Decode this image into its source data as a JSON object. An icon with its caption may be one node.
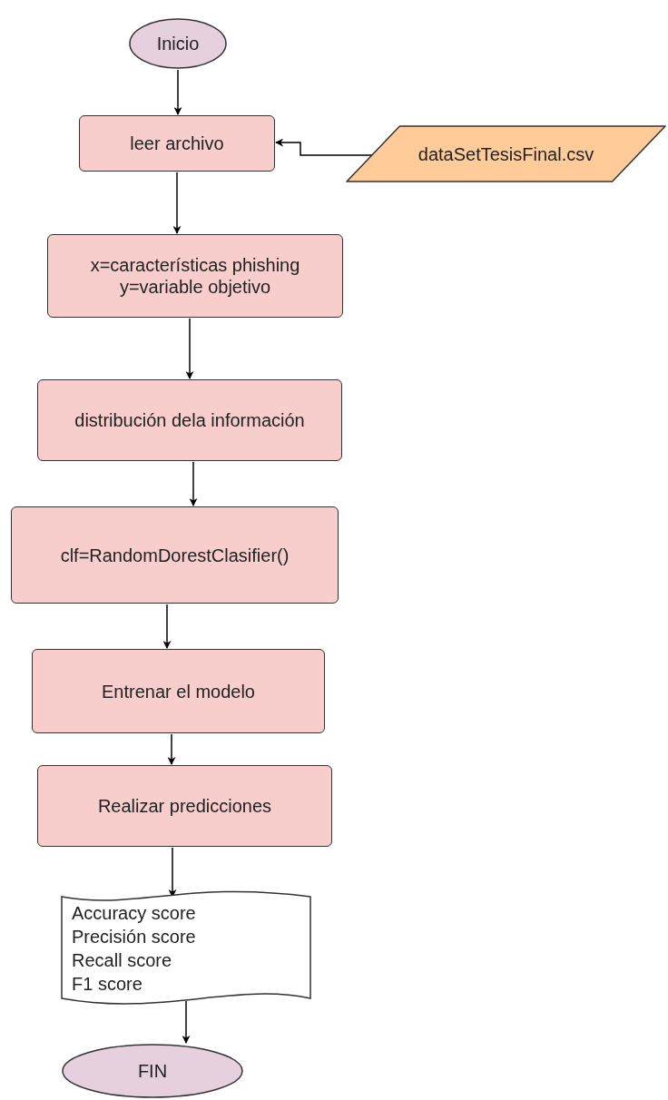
{
  "diagram": {
    "nodes": [
      {
        "text": [
          "Inicio"
        ]
      },
      {
        "text": [
          "leer archivo"
        ]
      },
      {
        "text": [
          "dataSetTesisFinal.csv"
        ]
      },
      {
        "text": [
          "x=características phishing",
          "y=variable objetivo"
        ]
      },
      {
        "text": [
          "distribución dela información"
        ]
      },
      {
        "text": [
          "clf=RandomDorestClasifier()"
        ]
      },
      {
        "text": [
          "Entrenar el modelo"
        ]
      },
      {
        "text": [
          "Realizar predicciones"
        ]
      },
      {
        "text": [
          "Accuracy score",
          "Precisión score",
          "Recall score",
          "F1 score"
        ]
      },
      {
        "text": [
          "FIN"
        ]
      }
    ],
    "edges": [
      {
        "from": 0,
        "to": 1,
        "arrow": "to"
      },
      {
        "from": 2,
        "to": 1,
        "arrow": "to"
      },
      {
        "from": 1,
        "to": 3,
        "arrow": "to"
      },
      {
        "from": 3,
        "to": 4,
        "arrow": "to"
      },
      {
        "from": 4,
        "to": 5,
        "arrow": "to"
      },
      {
        "from": 5,
        "to": 6,
        "arrow": "to"
      },
      {
        "from": 6,
        "to": 7,
        "arrow": "to"
      },
      {
        "from": 7,
        "to": 8,
        "arrow": "to"
      },
      {
        "from": 8,
        "to": 9,
        "arrow": "to"
      }
    ]
  }
}
